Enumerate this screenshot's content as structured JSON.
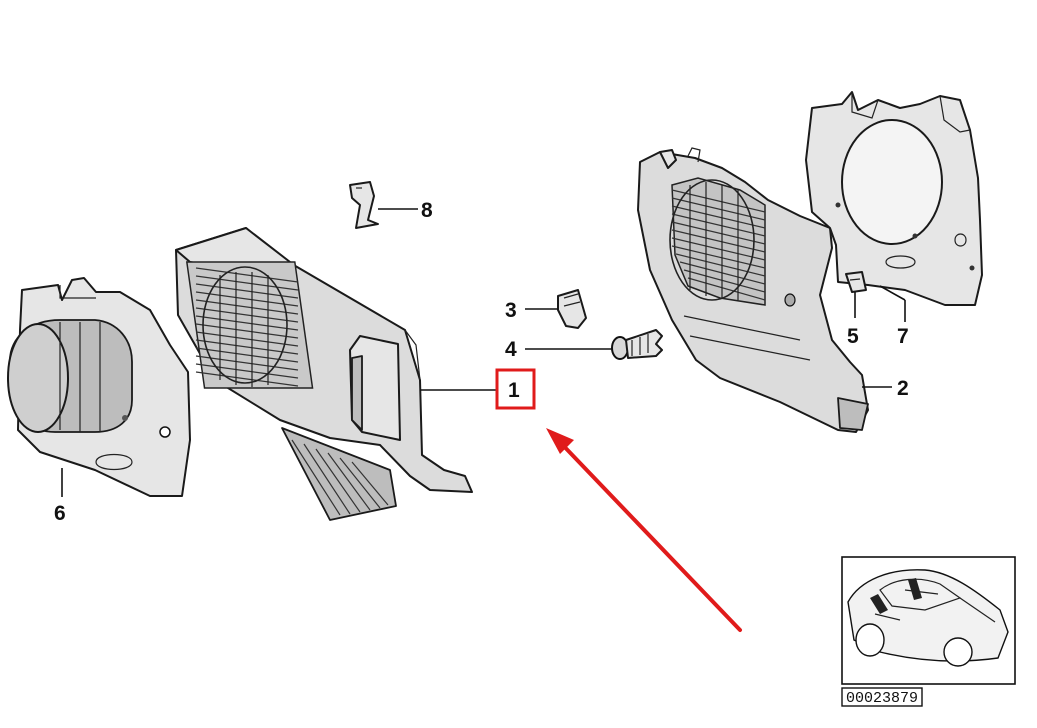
{
  "callouts": {
    "c1": "1",
    "c2": "2",
    "c3": "3",
    "c4": "4",
    "c5": "5",
    "c6": "6",
    "c7": "7",
    "c8": "8"
  },
  "highlight": {
    "part": "1",
    "box_color": "#e01b1b",
    "arrow_color": "#e01b1b"
  },
  "reference_code": "00023879",
  "icons": {
    "overview": "car-location-thumbnail-icon",
    "pointer": "red-arrow-icon"
  }
}
